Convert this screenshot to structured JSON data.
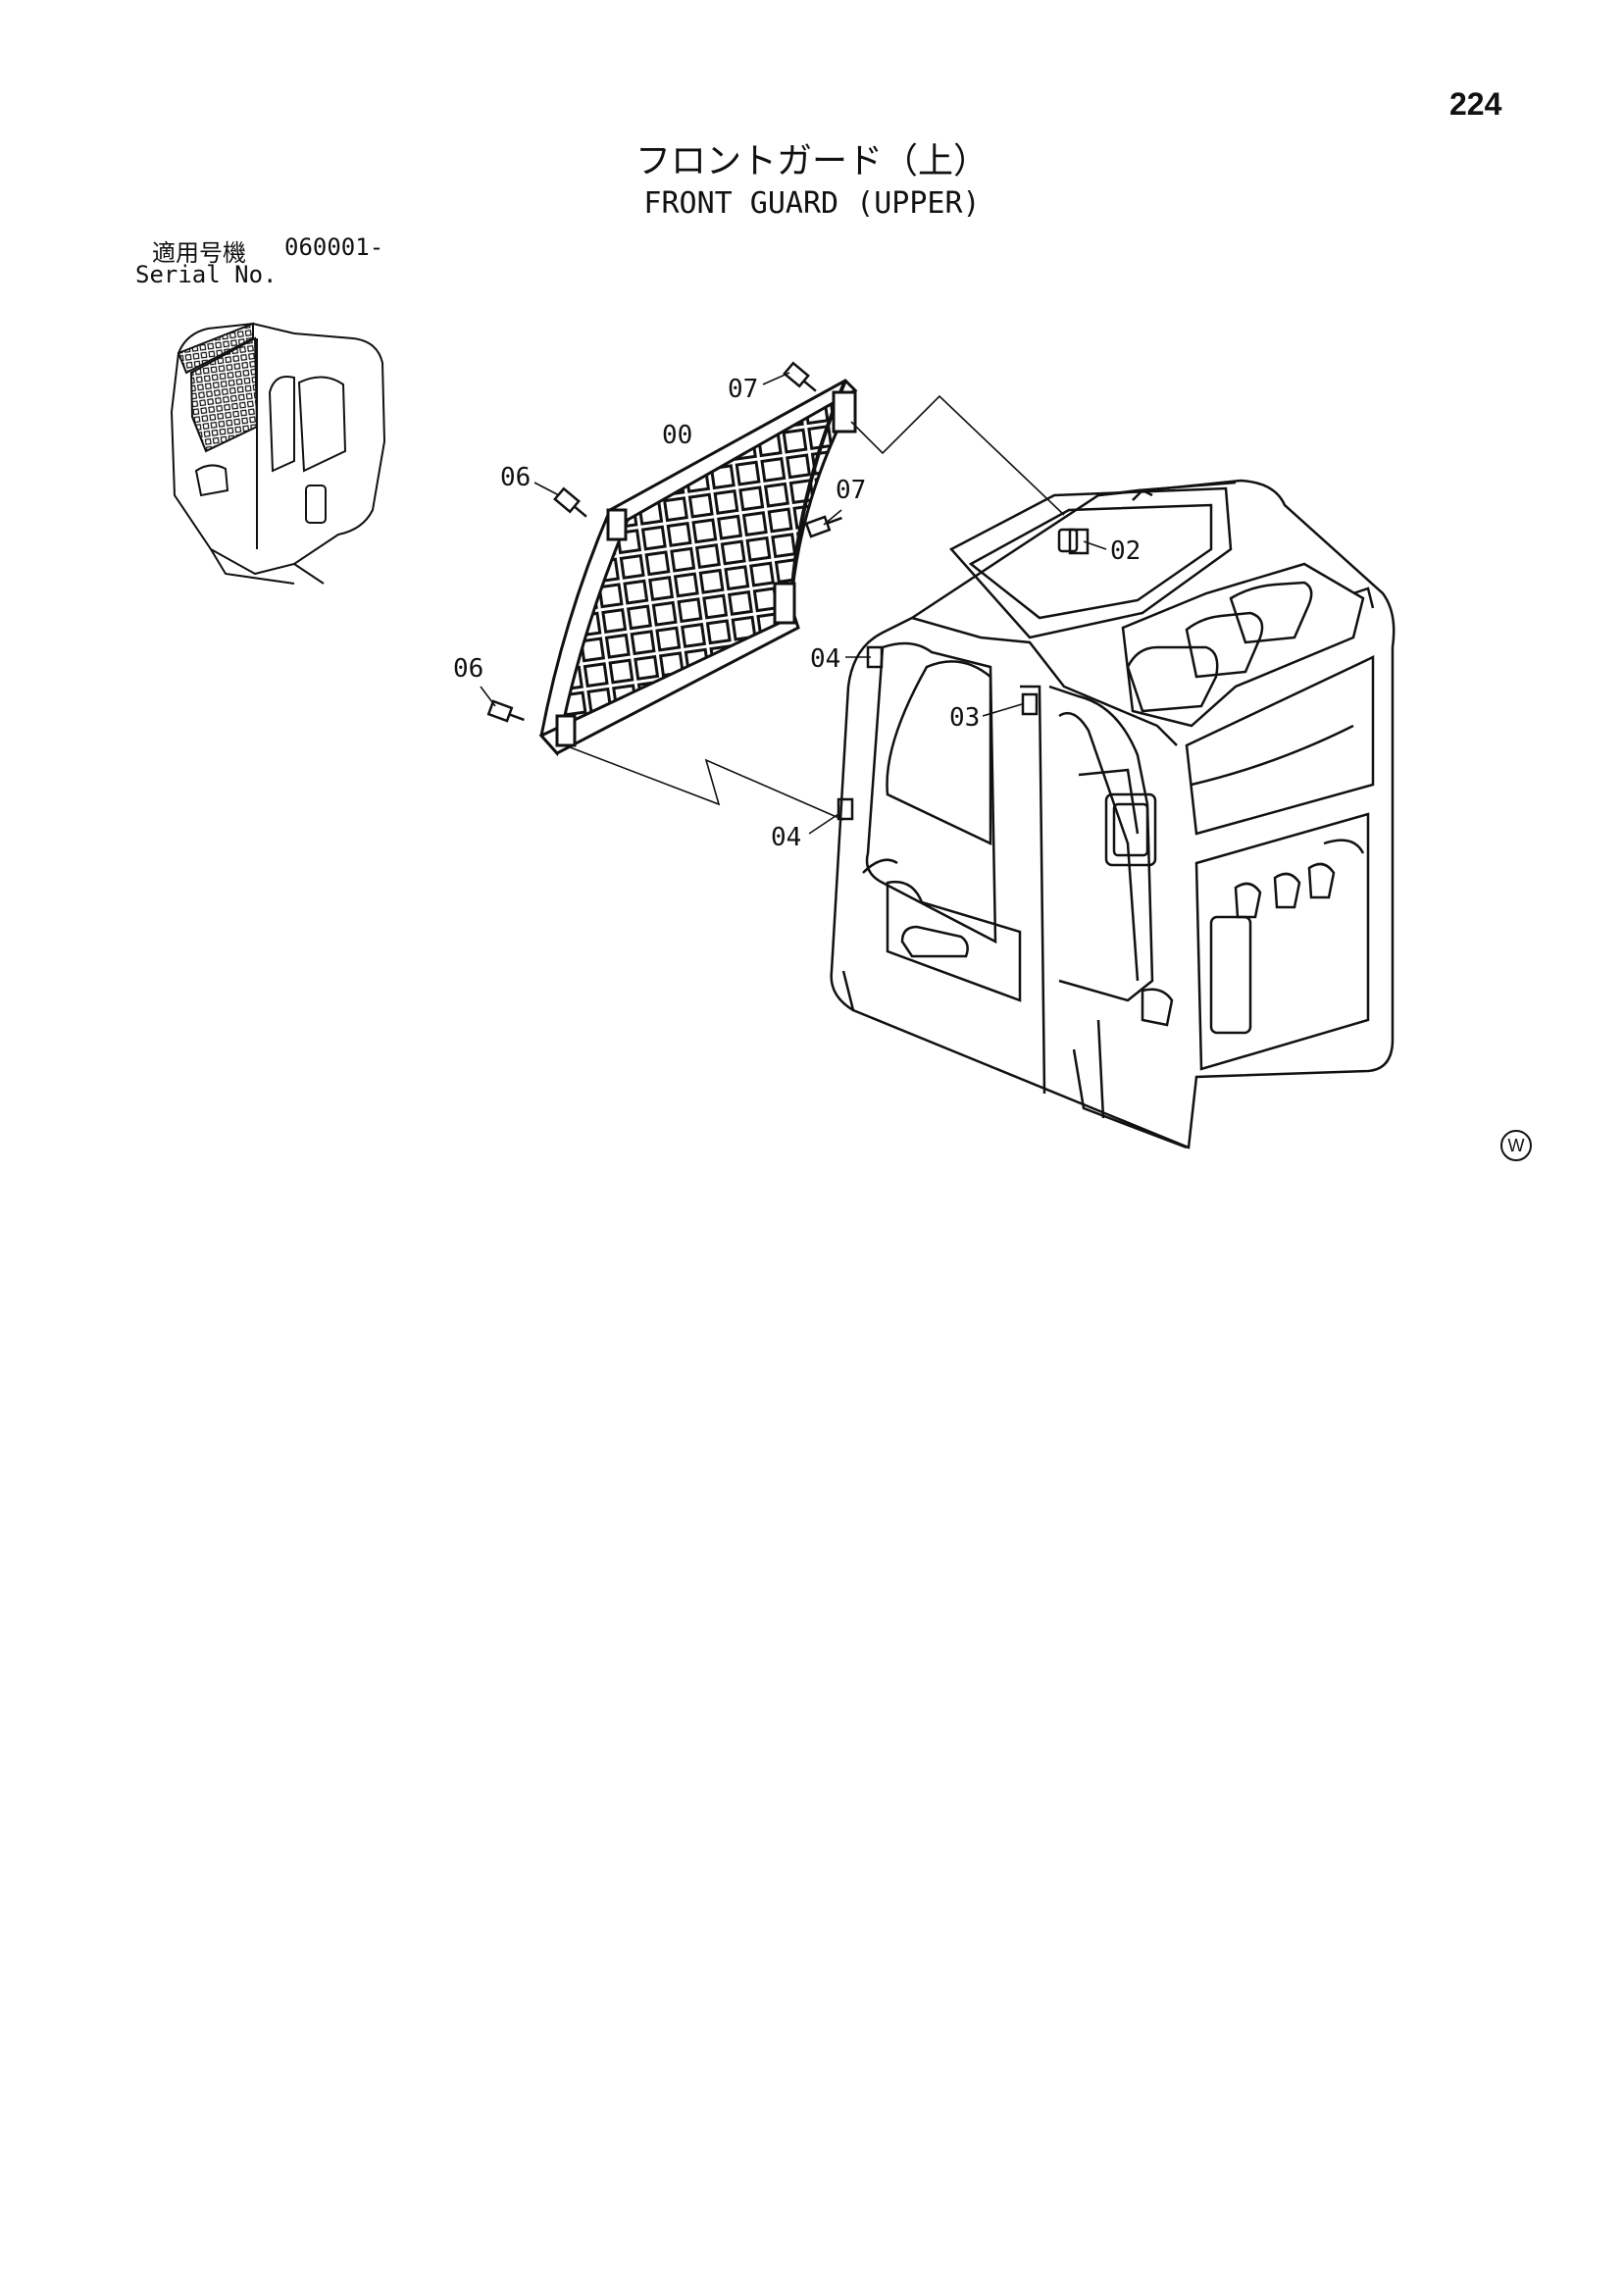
{
  "page_number": "224",
  "title_jp": "フロントガード（上）",
  "title_en": "FRONT GUARD (UPPER)",
  "serial": {
    "label_jp": "適用号機",
    "value": "060001-",
    "label_en": "Serial No."
  },
  "callouts": [
    {
      "id": "00",
      "label": "00"
    },
    {
      "id": "02",
      "label": "02"
    },
    {
      "id": "03",
      "label": "03"
    },
    {
      "id": "04a",
      "label": "04"
    },
    {
      "id": "04b",
      "label": "04"
    },
    {
      "id": "06a",
      "label": "06"
    },
    {
      "id": "06b",
      "label": "06"
    },
    {
      "id": "07a",
      "label": "07"
    },
    {
      "id": "07b",
      "label": "07"
    }
  ],
  "footer_mark": "W",
  "colors": {
    "ink": "#111111",
    "paper": "#ffffff"
  }
}
